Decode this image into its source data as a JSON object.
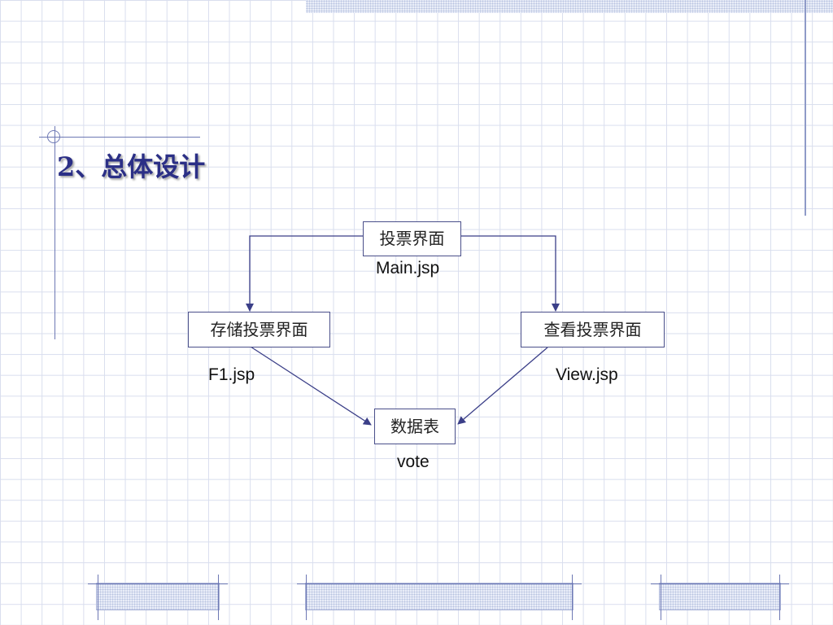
{
  "slide": {
    "title": "2、总体设计"
  },
  "diagram": {
    "nodes": {
      "main": {
        "label": "投票界面",
        "file": "Main.jsp"
      },
      "store": {
        "label": "存储投票界面",
        "file": "F1.jsp"
      },
      "view": {
        "label": "查看投票界面",
        "file": "View.jsp"
      },
      "table": {
        "label": "数据表",
        "file": "vote"
      }
    },
    "edges": [
      {
        "from": "main",
        "to": "store"
      },
      {
        "from": "main",
        "to": "view"
      },
      {
        "from": "store",
        "to": "table"
      },
      {
        "from": "view",
        "to": "table"
      }
    ]
  },
  "colors": {
    "title": "#2b2f86",
    "line": "#3b3f88",
    "grid": "#d9deee"
  }
}
